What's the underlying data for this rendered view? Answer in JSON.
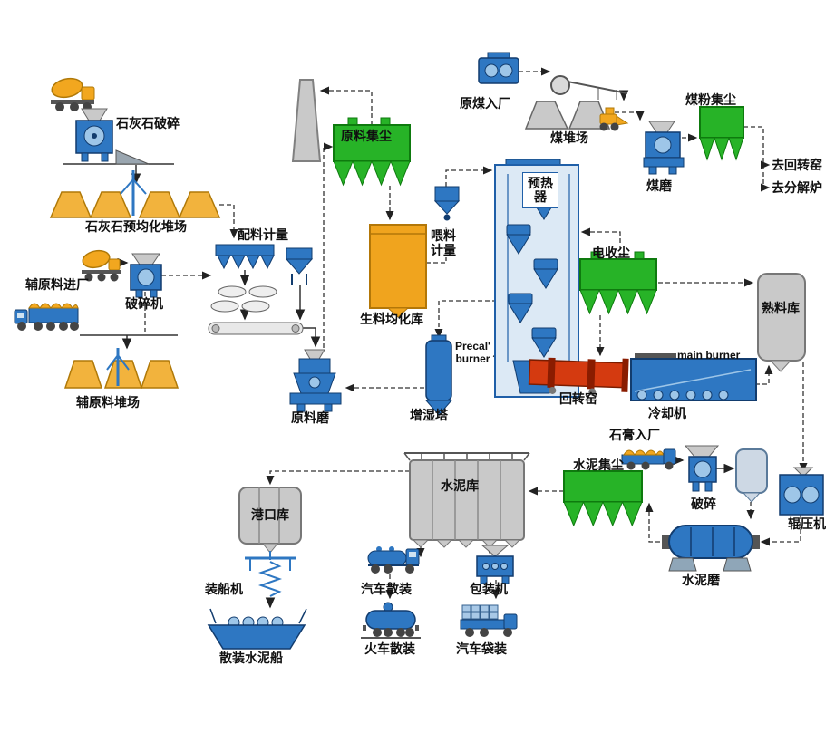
{
  "diagram": {
    "labels": {
      "limestone_crushing": "石灰石破碎",
      "limestone_preblending_yard": "石灰石预均化堆场",
      "aux_material_entry": "辅原料进厂",
      "crusher_machine": "破碎机",
      "batching_metering": "配料计量",
      "aux_material_yard": "辅原料堆场",
      "raw_material_dust_collector": "原料集尘",
      "raw_mill": "原料磨",
      "raw_meal_homogenizing_silo": "生料均化库",
      "feed_metering_line1": "喂料",
      "feed_metering_line2": "计量",
      "preheater_line1": "预热",
      "preheater_line2": "器",
      "humidifier_tower": "增湿塔",
      "raw_coal_entry": "原煤入厂",
      "coal_yard": "煤堆场",
      "coal_dust_collector": "煤粉集尘",
      "coal_mill": "煤磨",
      "to_rotary_kiln": "去回转窑",
      "to_calciner": "去分解炉",
      "esp": "电收尘",
      "clinker_silo": "熟料库",
      "precal_burner_line1": "Precal'",
      "precal_burner_line2": "burner",
      "rotary_kiln": "回转窑",
      "main_burner": "main burner",
      "cooler": "冷却机",
      "gypsum_entry": "石膏入厂",
      "cement_dust_collector": "水泥集尘",
      "crushing": "破碎",
      "roller_press": "辊压机",
      "cement_mill": "水泥磨",
      "cement_silo": "水泥库",
      "port_silo": "港口库",
      "ship_loader": "装船机",
      "bulk_cement_ship": "散装水泥船",
      "truck_bulk": "汽车散装",
      "packing_machine": "包装机",
      "train_bulk": "火车散装",
      "truck_bagged": "汽车袋装"
    },
    "colors": {
      "equipment_blue": "#2e77c2",
      "equipment_blue_dark": "#123c6e",
      "dust_collector_green": "#27b327",
      "dust_collector_green_dark": "#0e7a0e",
      "material_orange": "#f2a71f",
      "kiln_red": "#d43a10",
      "storage_gray": "#c9c9c9",
      "line_color": "#333333"
    }
  }
}
